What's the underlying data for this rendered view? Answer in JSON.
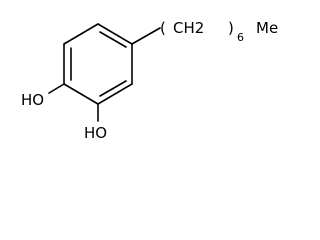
{
  "molecule": {
    "substituent_open_paren": "(",
    "substituent_repeat": "CH2",
    "substituent_close_paren": ")",
    "substituent_count": "6",
    "substituent_end": "Me",
    "hydroxyl_top": "HO",
    "hydroxyl_bottom": "HO"
  },
  "colors": {
    "ink": "#000000",
    "background": "#ffffff"
  }
}
